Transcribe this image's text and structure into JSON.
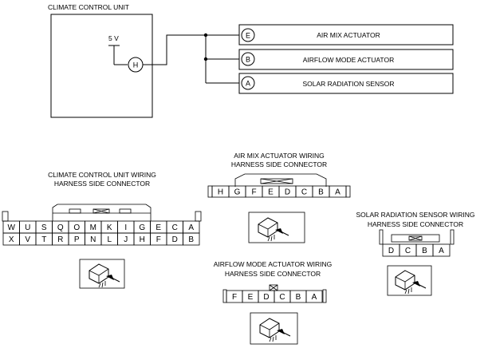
{
  "schematic": {
    "unit_label": "CLIMATE CONTROL UNIT",
    "voltage_label": "5 V",
    "unit_terminal": "H",
    "components": [
      {
        "terminal": "E",
        "label": "AIR MIX ACTUATOR"
      },
      {
        "terminal": "B",
        "label": "AIRFLOW MODE ACTUATOR"
      },
      {
        "terminal": "A",
        "label": "SOLAR RADIATION SENSOR"
      }
    ]
  },
  "connectors": {
    "ccu": {
      "title_lines": [
        "CLIMATE CONTROL UNIT WIRING",
        "HARNESS SIDE CONNECTOR"
      ],
      "top_row": [
        "W",
        "U",
        "S",
        "Q",
        "O",
        "M",
        "K",
        "I",
        "G",
        "E",
        "C",
        "A"
      ],
      "bottom_row": [
        "X",
        "V",
        "T",
        "R",
        "P",
        "N",
        "L",
        "J",
        "H",
        "F",
        "D",
        "B"
      ]
    },
    "air_mix": {
      "title_lines": [
        "AIR MIX ACTUATOR WIRING",
        "HARNESS SIDE CONNECTOR"
      ],
      "pins": [
        "H",
        "G",
        "F",
        "E",
        "D",
        "C",
        "B",
        "A"
      ]
    },
    "airflow": {
      "title_lines": [
        "AIRFLOW MODE ACTUATOR WIRING",
        "HARNESS SIDE CONNECTOR"
      ],
      "pins": [
        "F",
        "E",
        "D",
        "C",
        "B",
        "A"
      ]
    },
    "solar": {
      "title_lines": [
        "SOLAR RADIATION SENSOR WIRING",
        "HARNESS SIDE CONNECTOR"
      ],
      "pins": [
        "D",
        "C",
        "B",
        "A"
      ]
    }
  }
}
